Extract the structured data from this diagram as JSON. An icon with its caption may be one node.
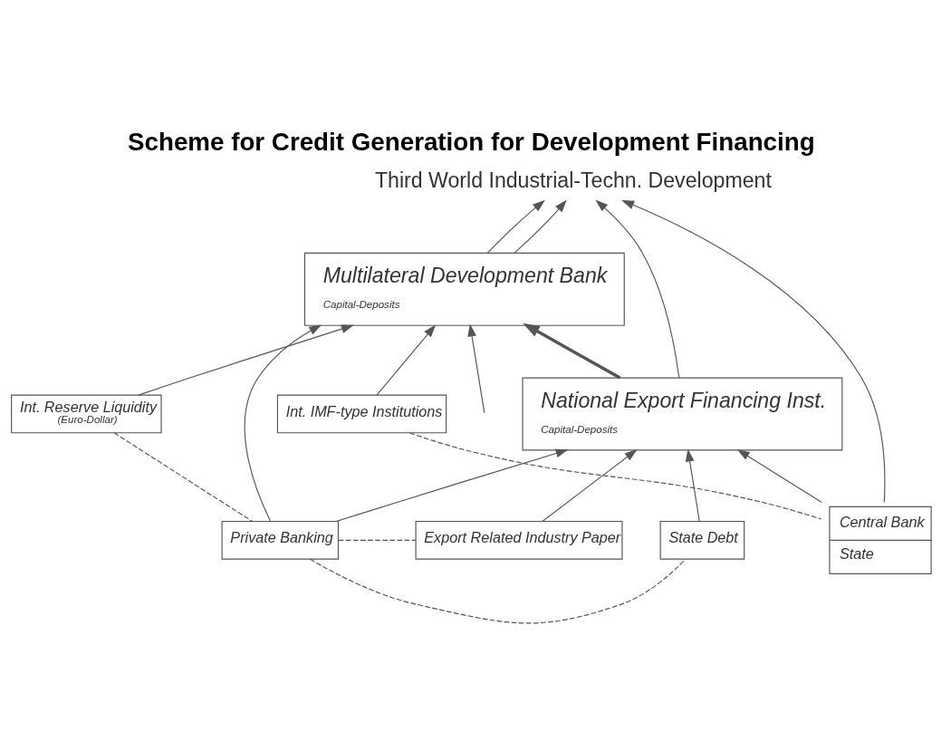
{
  "diagram": {
    "title": "Scheme for Credit Generation for Development Financing",
    "nodes": [
      {
        "text": [
          "Third World Industrial-Techn. Development"
        ]
      },
      {
        "text": [
          "Multilateral Development Bank",
          "Capital-Deposits"
        ]
      },
      {
        "text": [
          "Int. Reserve Liquidity",
          "(Euro-Dollar)"
        ]
      },
      {
        "text": [
          "Int. IMF-type Institutions"
        ]
      },
      {
        "text": [
          "National Export Financing Inst.",
          "Capital-Deposits"
        ]
      },
      {
        "text": [
          "Central Bank",
          "State"
        ]
      },
      {
        "text": [
          "Private Banking"
        ]
      },
      {
        "text": [
          "Export Related Industry Paper"
        ]
      },
      {
        "text": [
          "State Debt"
        ]
      }
    ],
    "edges": [
      {
        "from": 1,
        "to": 0,
        "arrow": "to"
      },
      {
        "from": 1,
        "to": 0,
        "arrow": "to"
      },
      {
        "from": 2,
        "to": 1,
        "arrow": "to"
      },
      {
        "from": 6,
        "to": 1,
        "arrow": "to"
      },
      {
        "from": 4,
        "to": 1,
        "arrow": "to",
        "style": "thick"
      },
      {
        "from": null,
        "to": 1,
        "arrow": "to"
      },
      {
        "from": 3,
        "to": 1,
        "arrow": "to"
      },
      {
        "from": 4,
        "to": 0,
        "arrow": "to"
      },
      {
        "from": 5,
        "to": 0,
        "arrow": "to"
      },
      {
        "from": 5,
        "to": 4,
        "arrow": "to"
      },
      {
        "from": 6,
        "to": 4,
        "arrow": "to"
      },
      {
        "from": 7,
        "to": 4,
        "arrow": "to"
      },
      {
        "from": 8,
        "to": 4,
        "arrow": "to"
      },
      {
        "from": 6,
        "to": 8,
        "arrow": "none",
        "style": "dashed"
      },
      {
        "from": 6,
        "to": 7,
        "arrow": "none",
        "style": "dashed"
      },
      {
        "from": 2,
        "to": 6,
        "arrow": "none",
        "style": "dashed"
      },
      {
        "from": 3,
        "to": 5,
        "arrow": "none",
        "style": "dashed"
      }
    ]
  }
}
